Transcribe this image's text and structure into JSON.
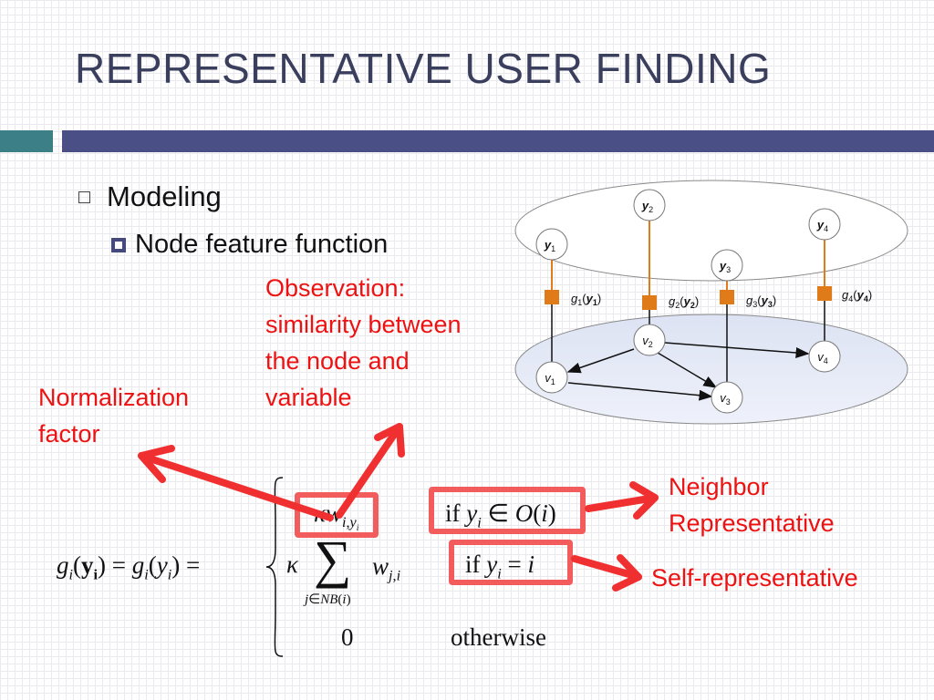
{
  "title": "REPRESENTATIVE USER FINDING",
  "bullets": {
    "level1": "Modeling",
    "level2": "Node feature function"
  },
  "annotations": {
    "observation": [
      "Observation:",
      "similarity between",
      "the node and",
      "variable"
    ],
    "normalization": [
      "Normalization",
      "factor"
    ],
    "neighbor": [
      "Neighbor",
      "Representative"
    ],
    "self": "Self-representative"
  },
  "diagram": {
    "variables": [
      "y2",
      "y4",
      "y1",
      "y3"
    ],
    "factors": [
      "g1(y1)",
      "g2(y2)",
      "g3(y3)",
      "g4(y4)"
    ],
    "nodes": [
      "v2",
      "v1",
      "v4",
      "v3"
    ]
  },
  "formula": {
    "lhs": "g_i(y_i) = g_i(y_i) =",
    "case1_expr": "κ w_{i,y_i}",
    "case1_cond": "if y_i ∈ O(i)",
    "case2_expr": "κ Σ_{j∈NB(i)} w_{j,i}",
    "case2_cond": "if y_i = i",
    "case3_expr": "0",
    "case3_cond": "otherwise"
  },
  "colors": {
    "title": "#3b3f5e",
    "bar_teal": "#3d7f86",
    "bar_navy": "#4a4f86",
    "annotation_red": "#ee1111",
    "arrow_red": "#f03030",
    "factor_orange": "#e07b1a"
  }
}
